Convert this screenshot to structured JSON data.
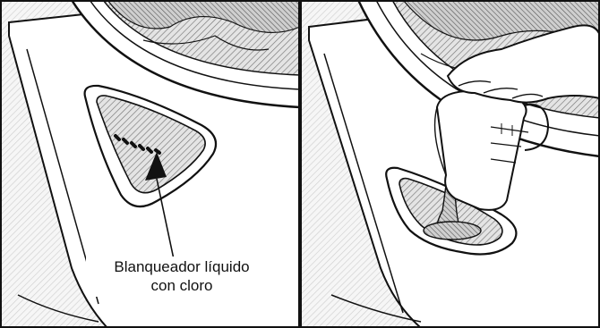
{
  "callout": {
    "line1": "Blanqueador líquido",
    "line2": "con cloro"
  },
  "panels": [
    {
      "id": "dispenser-location"
    },
    {
      "id": "pour-bleach"
    }
  ]
}
